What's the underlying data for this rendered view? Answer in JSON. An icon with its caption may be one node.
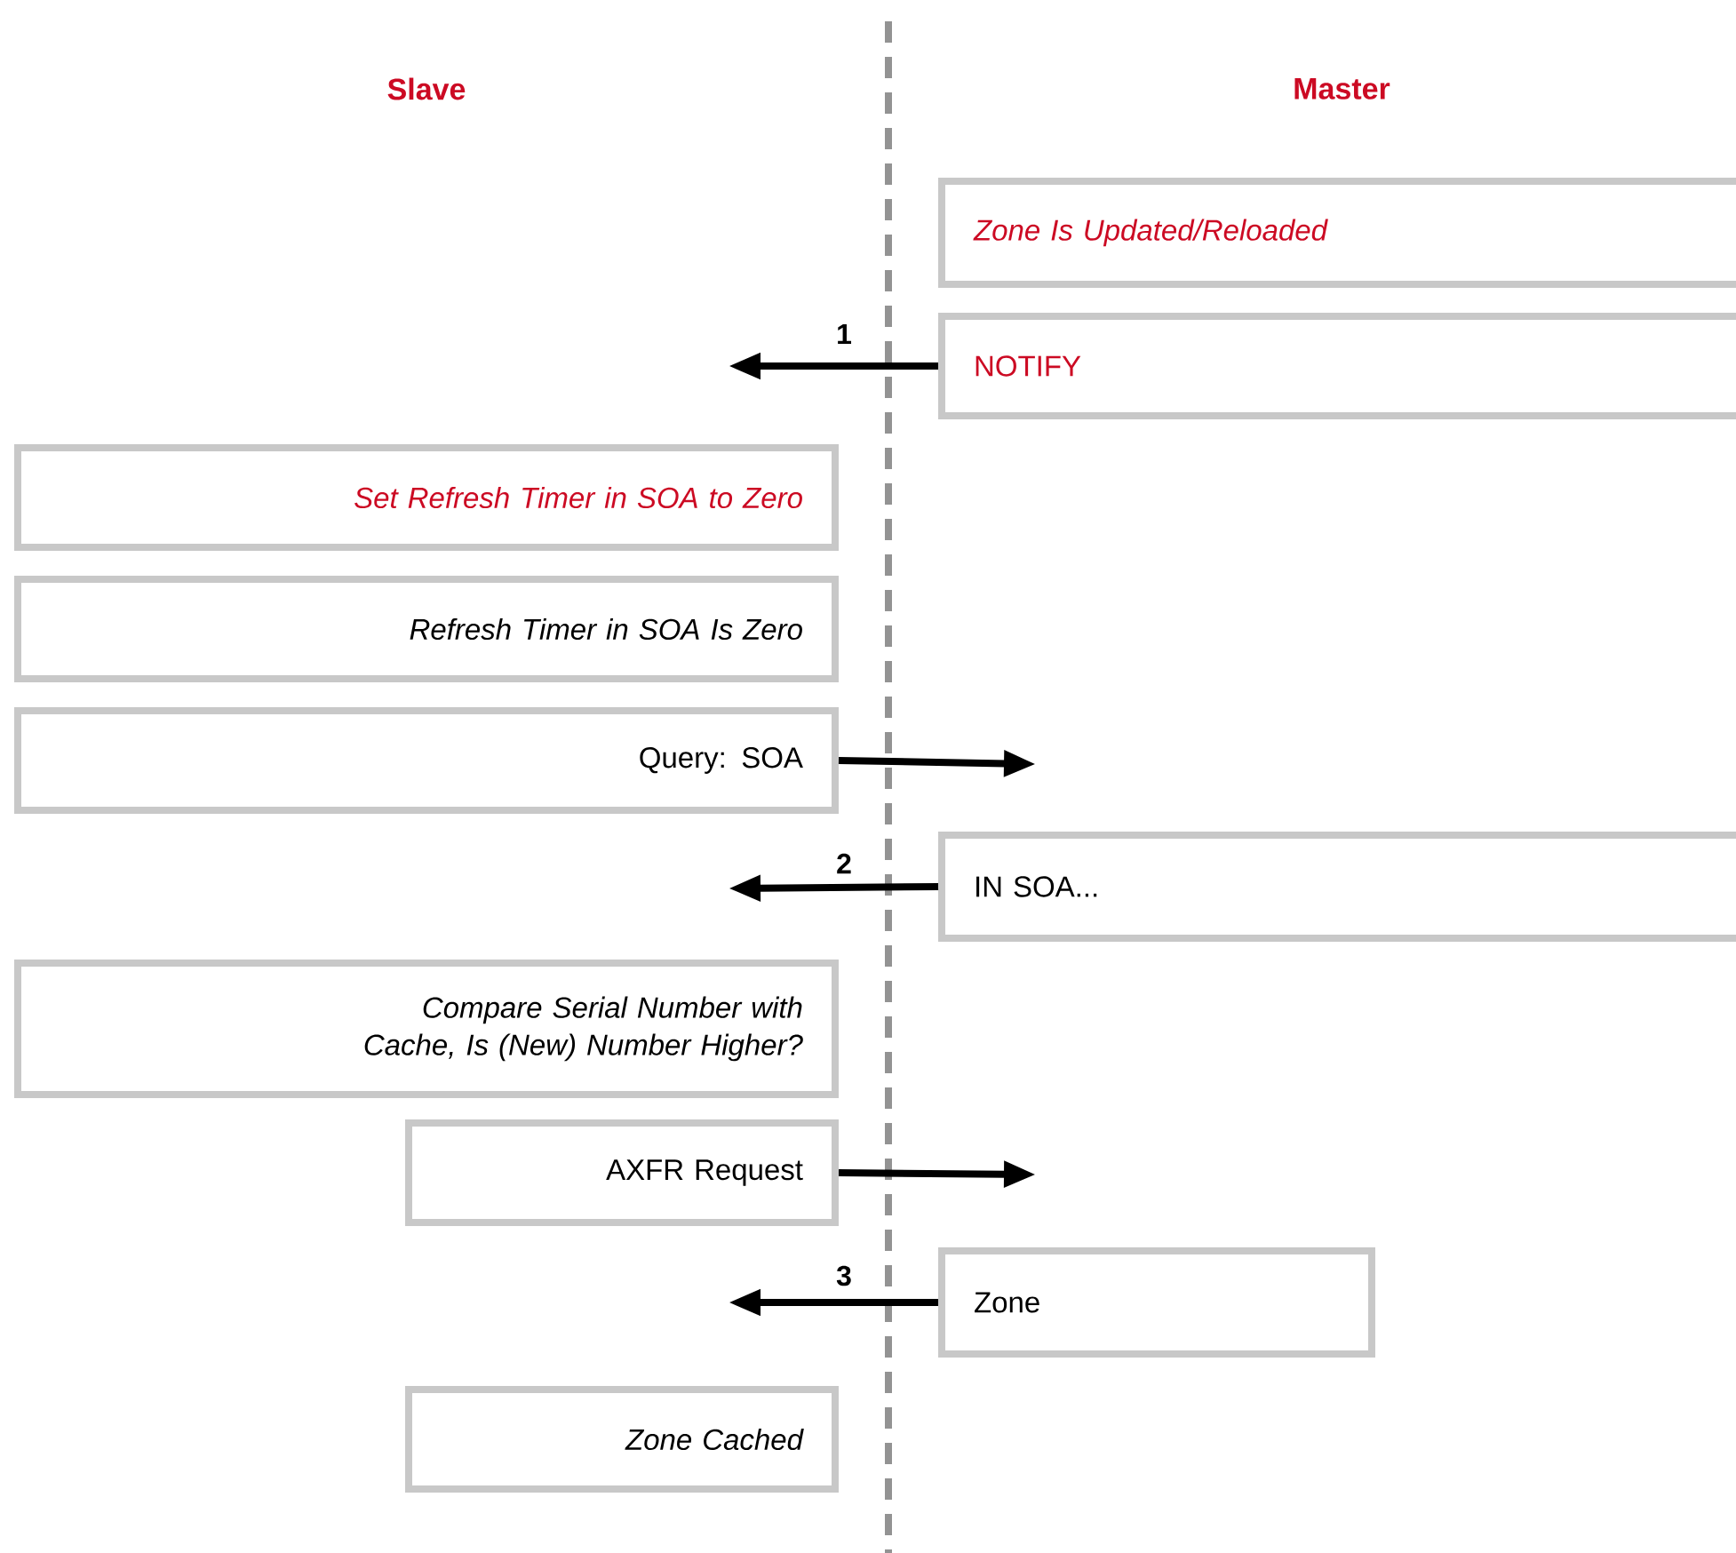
{
  "diagram": {
    "nodes": [
      {
        "text": [
          "Zone Is Updated/Reloaded"
        ]
      },
      {
        "text": [
          "NOTIFY"
        ]
      },
      {
        "text": [
          "Set Refresh Timer in SOA to Zero"
        ]
      },
      {
        "text": [
          "Refresh Timer in SOA Is Zero"
        ]
      },
      {
        "text": [
          "Query: SOA"
        ]
      },
      {
        "text": [
          "IN SOA..."
        ]
      },
      {
        "text": [
          "Compare Serial Number with Cache, Is (New) Number Higher?"
        ]
      },
      {
        "text": [
          "AXFR Request"
        ]
      },
      {
        "text": [
          "Zone"
        ]
      },
      {
        "text": [
          "Zone Cached"
        ]
      }
    ],
    "edges": [
      {
        "from": 1,
        "to": null,
        "arrow": "to",
        "label": "1"
      },
      {
        "from": 4,
        "to": null,
        "arrow": "to"
      },
      {
        "from": 5,
        "to": null,
        "arrow": "to",
        "label": "2"
      },
      {
        "from": 7,
        "to": null,
        "arrow": "to"
      },
      {
        "from": 8,
        "to": null,
        "arrow": "to",
        "label": "3"
      }
    ],
    "labels": [
      "Slave",
      "Master"
    ]
  }
}
